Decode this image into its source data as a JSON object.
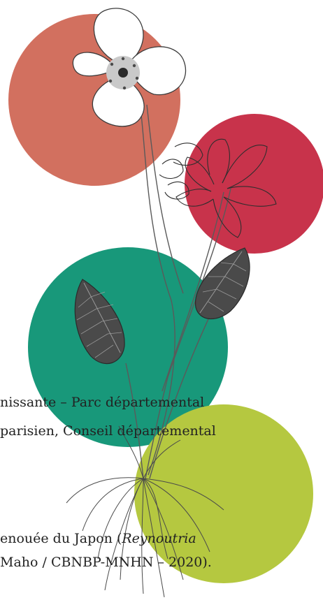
{
  "palette": {
    "coral": "#d2705f",
    "crimson": "#c8334b",
    "teal": "#18987a",
    "lime": "#b5c840",
    "leaf_dark": "#4a4a4a",
    "ink": "#3c3c3c"
  },
  "captions": {
    "line1": "nissante – Parc départemental",
    "line2": "parisien, Conseil départemental",
    "line3_prefix": "enouée du Japon (",
    "line3_italic": "Reynoutria",
    "line4": "Maho / CBNBP-MNHN – 2020)."
  }
}
